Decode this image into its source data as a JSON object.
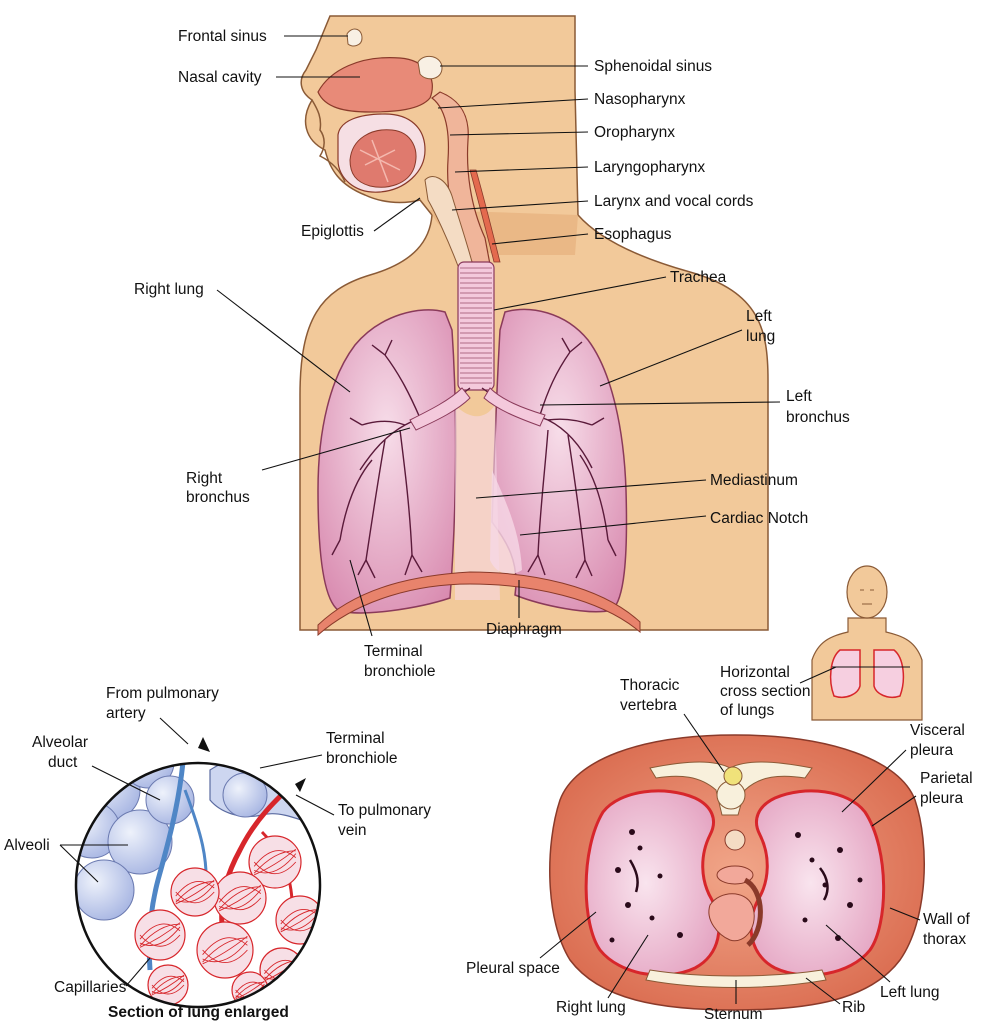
{
  "labels": {
    "frontal_sinus": "Frontal sinus",
    "nasal_cavity": "Nasal cavity",
    "sphenoidal_sinus": "Sphenoidal sinus",
    "nasopharynx": "Nasopharynx",
    "oropharynx": "Oropharynx",
    "laryngopharynx": "Laryngopharynx",
    "larynx": "Larynx and vocal cords",
    "epiglottis": "Epiglottis",
    "esophagus": "Esophagus",
    "trachea": "Trachea",
    "right_lung": "Right lung",
    "left_lung_1": "Left",
    "left_lung_2": "lung",
    "left_bronchus_1": "Left",
    "left_bronchus_2": "bronchus",
    "right_bronchus_1": "Right",
    "right_bronchus_2": "bronchus",
    "mediastinum": "Mediastinum",
    "cardiac_notch": "Cardiac Notch",
    "diaphragm": "Diaphragm",
    "terminal_bronchiole_main_1": "Terminal",
    "terminal_bronchiole_main_2": "bronchiole"
  },
  "enlarged": {
    "from_pulmonary_1": "From pulmonary",
    "from_pulmonary_2": "artery",
    "alveolar_duct_1": "Alveolar",
    "alveolar_duct_2": "duct",
    "terminal_bronchiole_1": "Terminal",
    "terminal_bronchiole_2": "bronchiole",
    "to_pulmonary_1": "To pulmonary",
    "to_pulmonary_2": "vein",
    "alveoli": "Alveoli",
    "capillaries": "Capillaries",
    "caption": "Section of lung enlarged"
  },
  "cross_section": {
    "horizontal_1": "Horizontal",
    "horizontal_2": "cross section",
    "horizontal_3": "of lungs",
    "thoracic_1": "Thoracic",
    "thoracic_2": "vertebra",
    "visceral_1": "Visceral",
    "visceral_2": "pleura",
    "parietal_1": "Parietal",
    "parietal_2": "pleura",
    "wall_1": "Wall of",
    "wall_2": "thorax",
    "pleural_space": "Pleural space",
    "right_lung": "Right lung",
    "sternum": "Sternum",
    "rib": "Rib",
    "left_lung": "Left lung"
  },
  "colors": {
    "skin": "#f2c99a",
    "skin_dark": "#e4ad79",
    "lung": "#e8a9c8",
    "lung_light": "#f6d8e6",
    "bronchi": "#f4c9dc",
    "airway": "#f0b59a",
    "alveoli": "#c9d3ef",
    "vessel_blue": "#4f86c6",
    "vessel_red": "#d7262b",
    "thorax_wall": "#e07a5f",
    "diaphragm": "#e8836c"
  }
}
